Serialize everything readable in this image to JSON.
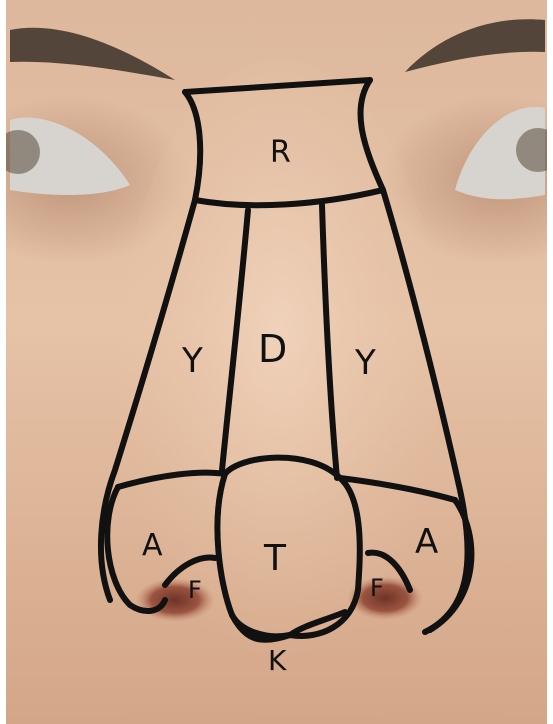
{
  "subunit_labels": {
    "radix": "R",
    "dorsum": "D",
    "sidewall_left": "Y",
    "sidewall_right": "Y",
    "tip": "T",
    "ala_left": "A",
    "ala_right": "A",
    "facet_left": "F",
    "facet_right": "F",
    "columella": "K"
  },
  "colors": {
    "skin_light": "#e8c3a6",
    "skin_mid": "#d8ad90",
    "skin_shadow": "#b98a70",
    "marker_ink": "#111111",
    "brow": "#3c3028",
    "eye_white": "#d7d4cf",
    "nostril": "#7c4032"
  }
}
